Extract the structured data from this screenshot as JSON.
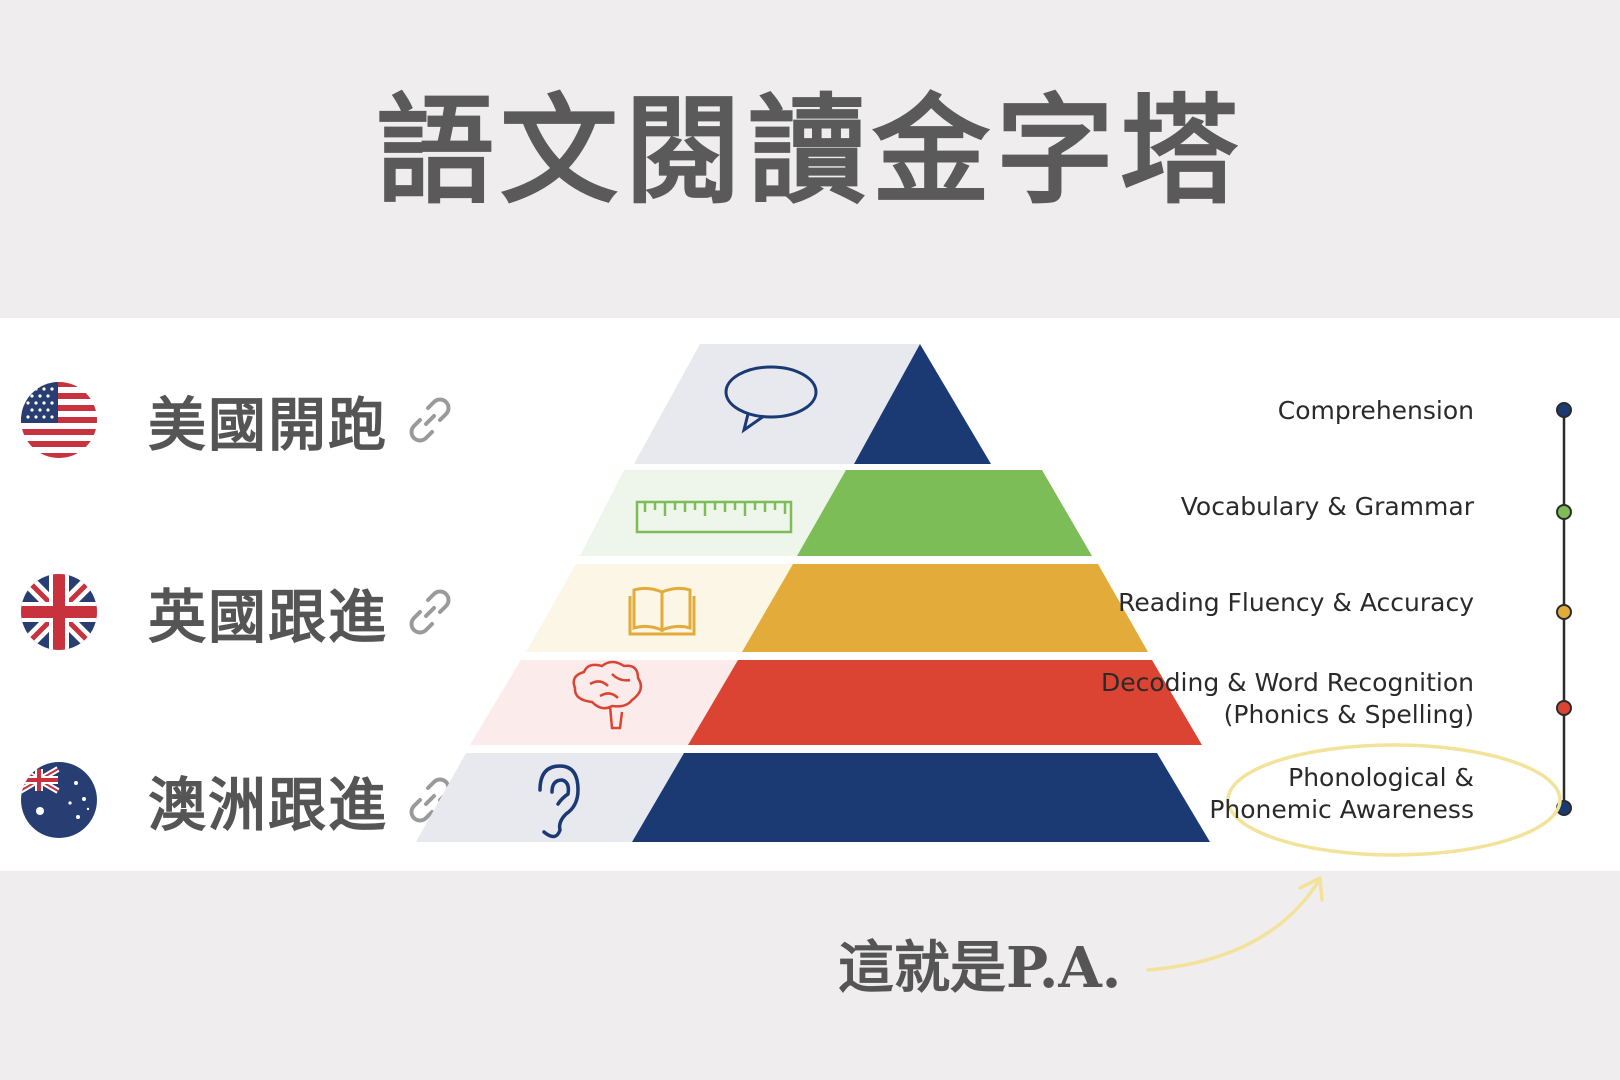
{
  "title": "語文閱讀金字塔",
  "countries": [
    {
      "label": "美國開跑",
      "flag": "us-flag-icon"
    },
    {
      "label": "英國跟進",
      "flag": "uk-flag-icon"
    },
    {
      "label": "澳洲跟進",
      "flag": "australia-flag-icon"
    }
  ],
  "pyramid_levels": [
    {
      "label": "Comprehension",
      "color": "#1b3a73",
      "icon": "speech-bubble-icon"
    },
    {
      "label": "Vocabulary & Grammar",
      "color": "#7cbd58",
      "icon": "ruler-icon"
    },
    {
      "label": "Reading Fluency & Accuracy",
      "color": "#e2ab3a",
      "icon": "book-icon"
    },
    {
      "label_line1": "Decoding & Word Recognition",
      "label_line2": "(Phonics & Spelling)",
      "color": "#db4433",
      "icon": "brain-icon"
    },
    {
      "label_line1": "Phonological &",
      "label_line2": "Phonemic Awareness",
      "color": "#1b3a73",
      "icon": "ear-icon"
    }
  ],
  "highlight_color": "#f3e39a",
  "note": "這就是P.A."
}
